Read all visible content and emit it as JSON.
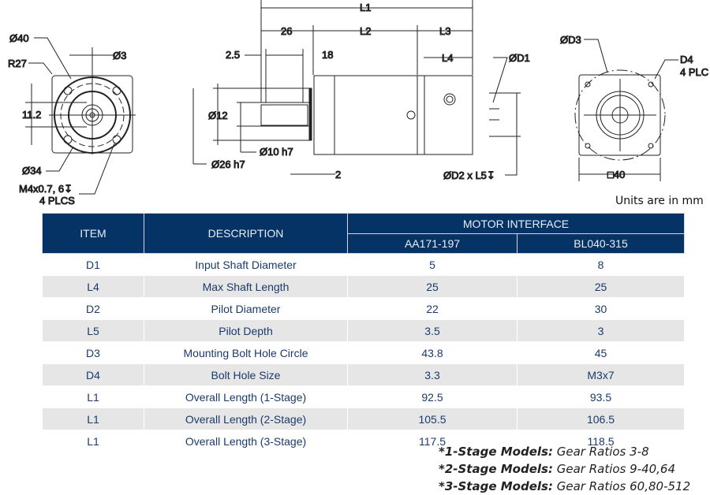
{
  "drawing": {
    "front_view": {
      "d40": "Ø40",
      "r27": "R27",
      "d3": "Ø3",
      "h11_2": "11.2",
      "d34": "Ø34",
      "thread": "M4x0.7, 6↧",
      "plcs": "4 PLCS"
    },
    "side_view": {
      "l1": "L1",
      "dim26": "26",
      "l2": "L2",
      "l3": "L3",
      "l4": "L4",
      "dim2_5": "2.5",
      "dim18": "18",
      "d12": "Ø12",
      "d10": "Ø10 h7",
      "d26": "Ø26 h7",
      "dim2": "2",
      "dd1": "ØD1",
      "dd2": "ØD2 x L5↧"
    },
    "rear_view": {
      "dd3": "ØD3",
      "d4": "D4",
      "plc": "4 PLC",
      "sq40": "□40"
    }
  },
  "units_note": "Units are in mm",
  "table": {
    "headers": {
      "item": "ITEM",
      "description": "DESCRIPTION",
      "group": "MOTOR INTERFACE",
      "col1": "AA171-197",
      "col2": "BL040-315"
    },
    "rows": [
      {
        "item": "D1",
        "desc": "Input Shaft Diameter",
        "a": "5",
        "b": "8"
      },
      {
        "item": "L4",
        "desc": "Max Shaft Length",
        "a": "25",
        "b": "25"
      },
      {
        "item": "D2",
        "desc": "Pilot Diameter",
        "a": "22",
        "b": "30"
      },
      {
        "item": "L5",
        "desc": "Pilot Depth",
        "a": "3.5",
        "b": "3"
      },
      {
        "item": "D3",
        "desc": "Mounting Bolt Hole Circle",
        "a": "43.8",
        "b": "45"
      },
      {
        "item": "D4",
        "desc": "Bolt Hole Size",
        "a": "3.3",
        "b": "M3x7"
      },
      {
        "item": "L1",
        "desc": "Overall Length (1-Stage)",
        "a": "92.5",
        "b": "93.5"
      },
      {
        "item": "L1",
        "desc": "Overall Length (2-Stage)",
        "a": "105.5",
        "b": "106.5"
      },
      {
        "item": "L1",
        "desc": "Overall Length (3-Stage)",
        "a": "117.5",
        "b": "118.5"
      }
    ]
  },
  "notes": [
    {
      "label": "*1-Stage Models:",
      "text": " Gear Ratios 3-8"
    },
    {
      "label": "*2-Stage Models:",
      "text": " Gear Ratios 9-40,64"
    },
    {
      "label": "*3-Stage Models:",
      "text": " Gear Ratios 60,80-512"
    }
  ]
}
